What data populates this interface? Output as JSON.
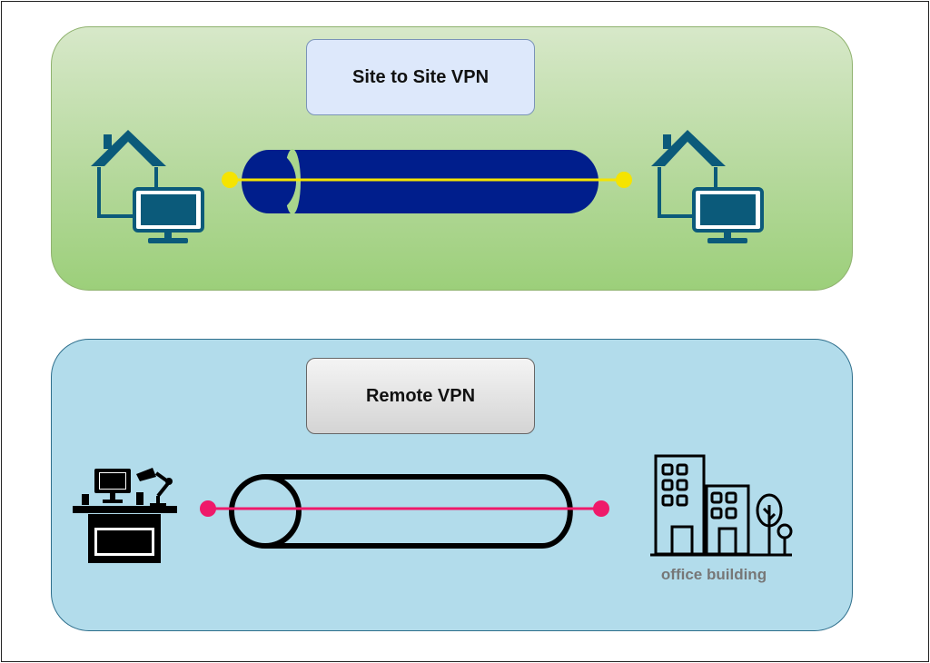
{
  "site_to_site": {
    "title": "Site to Site VPN",
    "panel_color": "#a9d68c",
    "tunnel_color": "#001e8c",
    "link_color": "#f5e400",
    "icon_color": "#0b5a7a",
    "left_icon": "house-with-computer-icon",
    "right_icon": "house-with-computer-icon"
  },
  "remote": {
    "title": "Remote VPN",
    "panel_color": "#b2dceb",
    "tunnel_color": "#000000",
    "link_color": "#ef1a6a",
    "left_icon": "desk-workstation-icon",
    "right_icon": "office-building-icon",
    "right_label": "office building"
  }
}
